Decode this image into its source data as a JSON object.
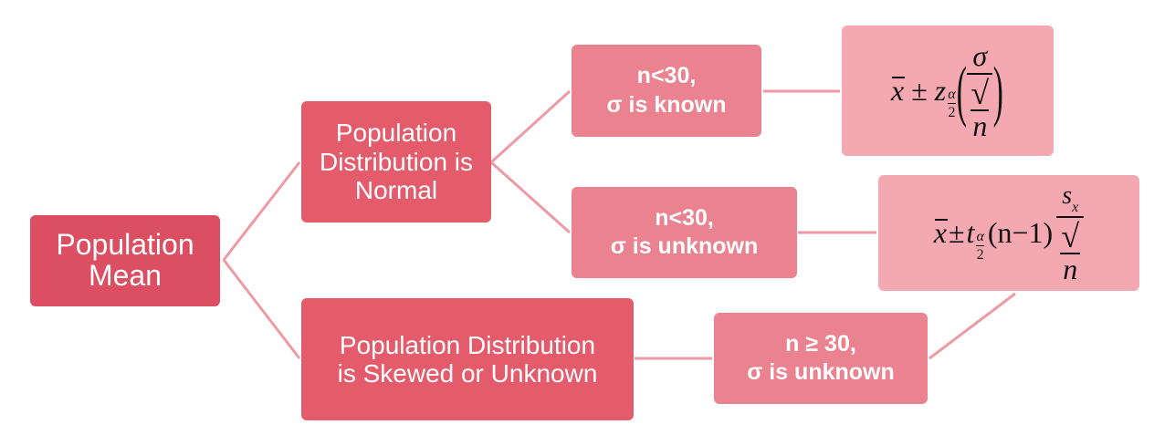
{
  "nodes": {
    "population_mean": [
      "Population",
      "Mean"
    ],
    "normal": [
      "Population",
      "Distribution is",
      "Normal"
    ],
    "skewed": [
      "Population Distribution",
      "is Skewed or Unknown"
    ],
    "n_lt_30_known": [
      "n<30,",
      "σ is known"
    ],
    "n_lt_30_unknown": [
      "n<30,",
      "σ is unknown"
    ],
    "n_ge_30_unknown": [
      "n ≥ 30,",
      "σ is unknown"
    ]
  },
  "formulas": {
    "z_interval": {
      "xbar": "x",
      "pm": "±",
      "z": "z",
      "alpha": "α",
      "two": "2",
      "open_paren": "(",
      "close_paren": ")",
      "sigma": "σ",
      "radical": "√",
      "n": "n"
    },
    "t_interval": {
      "xbar": "x",
      "pm": "±",
      "t": "t",
      "alpha": "α",
      "two": "2",
      "df": "(n−1)",
      "s": "s",
      "x_sub": "x",
      "radical": "√",
      "n": "n"
    }
  },
  "colors": {
    "level1": "#dc4f62",
    "level2": "#e45b6b",
    "level3": "#ea8290",
    "formula_box": "#f4a9b2",
    "connector": "#ee9aa5"
  }
}
